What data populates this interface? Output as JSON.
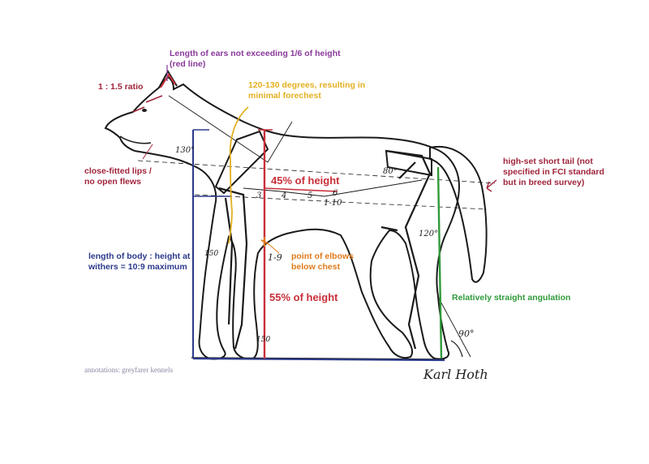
{
  "annotations": {
    "ears": "Length of ears not exceeding 1/6 of height (red line)",
    "ratio": "1 : 1.5 ratio",
    "shoulder_angle": "120-130 degrees, resulting in minimal forechest",
    "lips": "close-fitted lips / no open flews",
    "tail": "high-set short tail (not specified in FCI standard but in breed survey)",
    "upper_height": "45% of height",
    "lower_height": "55% of height",
    "elbows": "point of elbows below chest",
    "body_length": "length of body : height at withers = 10:9 maximum",
    "angulation": "Relatively straight angulation",
    "credit": "annotations: greyfarer kennels"
  },
  "handwritten": {
    "angle_head": "130°",
    "spine_numbers": [
      "3",
      "4",
      "5",
      "6"
    ],
    "ratio_text": "1-10",
    "hip_angle": "80°",
    "knee_angle": "120°",
    "elbow_ratio": "1-9",
    "front_angle": "150",
    "foot_angle": "90°",
    "pastern_angle": "150",
    "signature": "Karl Hoth"
  },
  "colors": {
    "purple": "#8a3a9a",
    "maroon": "#a0253c",
    "gold": "#e3b021",
    "orange": "#e07a1a",
    "navy": "#2c3a8a",
    "green": "#2f9a3a",
    "red": "#c8303a"
  }
}
